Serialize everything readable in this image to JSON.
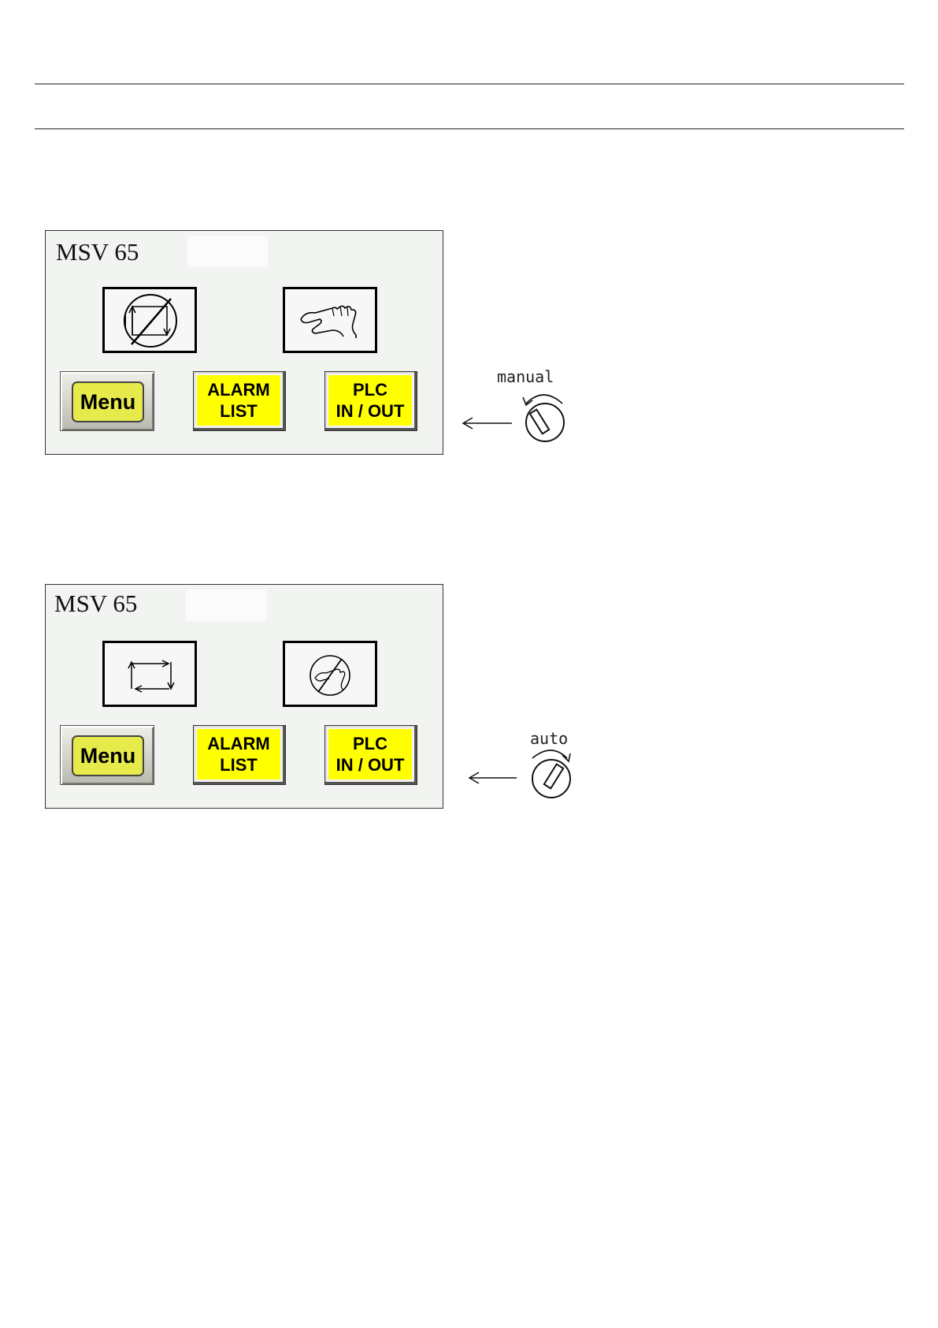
{
  "panels": [
    {
      "title": "MSV 65",
      "buttons": {
        "menu": "Menu",
        "alarm_line1": "ALARM",
        "alarm_line2": "LIST",
        "plc_line1": "PLC",
        "plc_line2": "IN / OUT"
      },
      "mode_icons": [
        "auto-cycle-disabled-icon",
        "manual-hand-icon"
      ],
      "selector_label": "manual"
    },
    {
      "title": "MSV 65",
      "buttons": {
        "menu": "Menu",
        "alarm_line1": "ALARM",
        "alarm_line2": "LIST",
        "plc_line1": "PLC",
        "plc_line2": "IN / OUT"
      },
      "mode_icons": [
        "auto-cycle-icon",
        "manual-disabled-icon"
      ],
      "selector_label": "auto"
    }
  ],
  "colors": {
    "button_yellow": "#ffff00",
    "menu_yellow": "#e6ea4a"
  }
}
